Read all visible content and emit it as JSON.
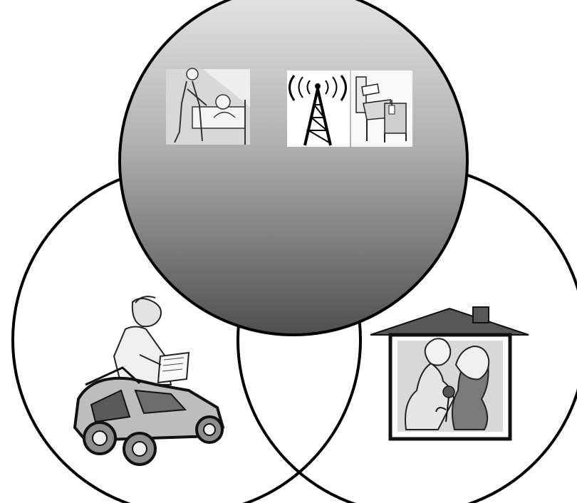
{
  "diagram": {
    "colors": {
      "background": "#ffffff",
      "outline": "#000000",
      "top_circle_light": "#e6e6e6",
      "top_circle_dark": "#4f4f4f",
      "house_roof": "#575757",
      "photo_bg": "#d8d8d8"
    },
    "regions": [
      {
        "name": "top-circle",
        "illustrations": [
          "nurse-at-bedside",
          "radio-tower",
          "hospital-bed"
        ]
      },
      {
        "name": "left-circle",
        "illustrations": [
          "caregiver-with-clipboard",
          "car"
        ]
      },
      {
        "name": "right-circle",
        "illustrations": [
          "house-with-elderly-couple"
        ]
      }
    ]
  }
}
